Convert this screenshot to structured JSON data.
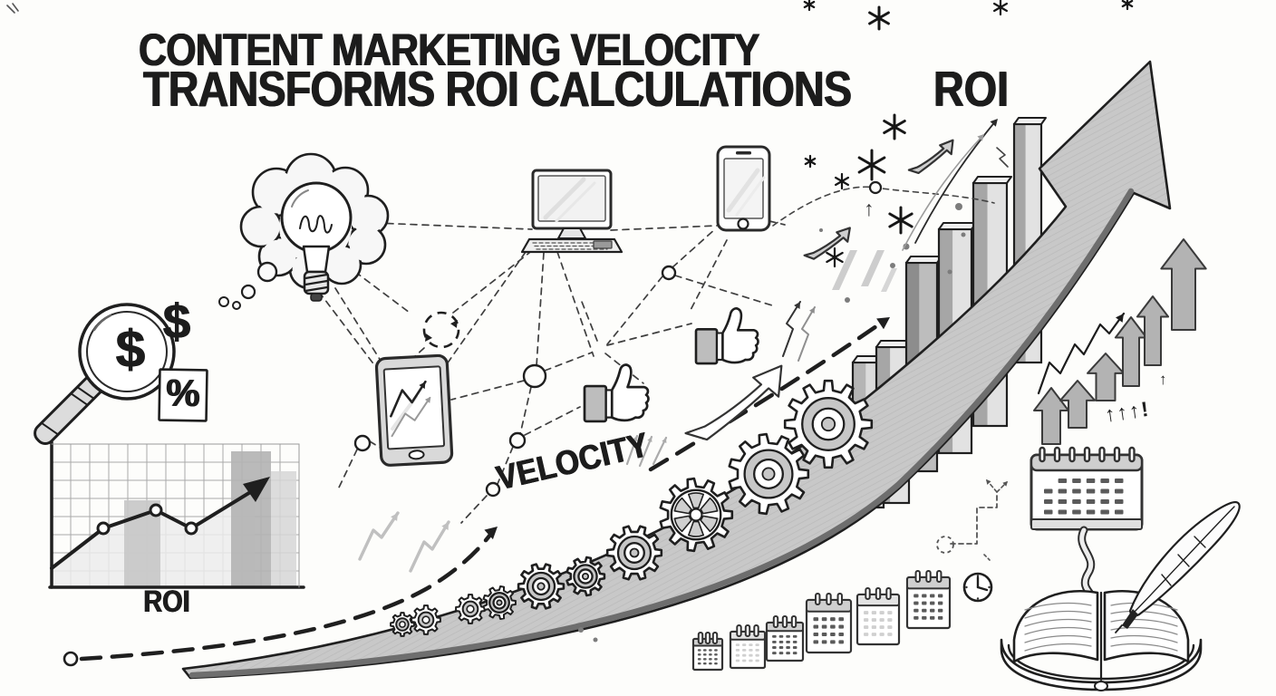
{
  "title": {
    "line1": "CONTENT MARKETING VELOCITY",
    "line2": "TRANSFORMS ROI CALCULATIONS",
    "roi_right": "ROI"
  },
  "labels": {
    "velocity": "VELOCITY",
    "roi_chart_label": "ROI",
    "magnifier_dollar": "$",
    "dollar_symbol": "$",
    "percent_symbol": "%",
    "up_arrows_exclaim": "↑↑↑!",
    "up_arrow_small": "↑",
    "up_arrow_thin": "↑"
  },
  "palette": {
    "ink": "#1f1f1f",
    "paper": "#fdfdfb",
    "gray_light": "#e4e4e4",
    "gray_mid": "#bdbdbd",
    "gray_dark": "#8e8e8e",
    "band_fill": "#c8c8c8",
    "faint": "#c0c0c0"
  },
  "icons": [
    "magnifier-dollar-icon",
    "percent-box-icon",
    "roi-mini-chart",
    "idea-cloud-bulb-icon",
    "desktop-computer-icon",
    "smartphone-icon",
    "tablet-chart-icon",
    "thumbs-up-icon",
    "refresh-cycle-icon",
    "gear-icon",
    "growth-bars",
    "big-growth-arrow",
    "sparkle-icon",
    "block-up-arrow-icon",
    "dotted-flow-path",
    "clock-icon",
    "desk-calendar-icon",
    "open-book-quill-icon",
    "calendar-row-icon",
    "network-node-icon",
    "dashed-trajectory-arrow"
  ]
}
